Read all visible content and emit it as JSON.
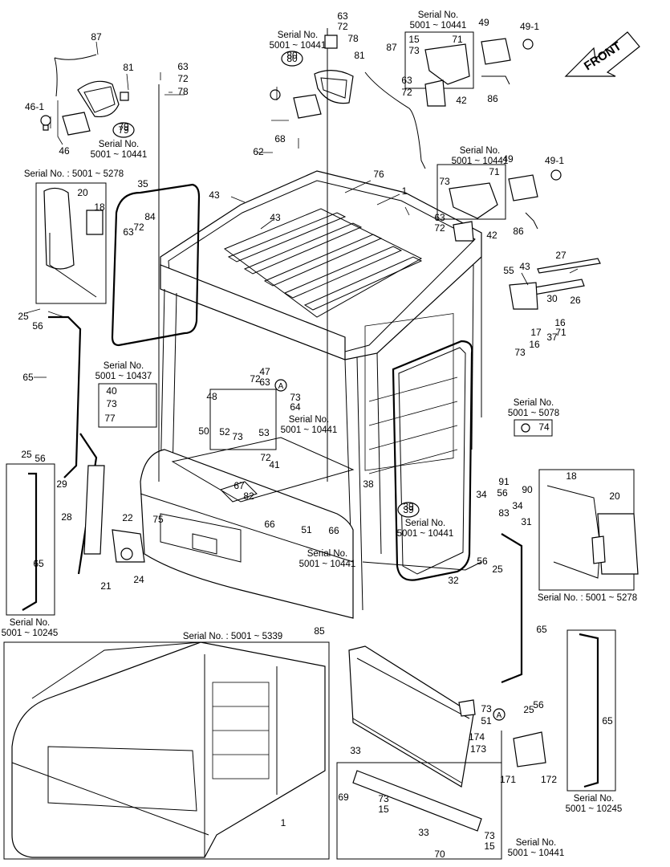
{
  "front_label": "FRONT",
  "serial_notes": [
    {
      "id": "s1",
      "lines": [
        "Serial No.",
        "5001 ~ 10441"
      ]
    },
    {
      "id": "s2",
      "lines": [
        "Serial No.",
        "5001 ~ 10441"
      ]
    },
    {
      "id": "s3",
      "lines": [
        "Serial No.",
        "5001 ~ 10441"
      ]
    },
    {
      "id": "s4",
      "lines": [
        "Serial No.",
        "5001 ~ 10441"
      ]
    },
    {
      "id": "s5",
      "lines": [
        "Serial No. : 5001 ~ 5278"
      ]
    },
    {
      "id": "s6",
      "lines": [
        "Serial No.",
        "5001 ~ 10437"
      ]
    },
    {
      "id": "s7",
      "lines": [
        "Serial No.",
        "5001 ~ 10441"
      ]
    },
    {
      "id": "s8",
      "lines": [
        "Serial No.",
        "5001 ~ 5078"
      ]
    },
    {
      "id": "s9",
      "lines": [
        "Serial No.",
        "5001 ~ 10441"
      ]
    },
    {
      "id": "s10",
      "lines": [
        "Serial No.",
        "5001 ~ 10441"
      ]
    },
    {
      "id": "s11",
      "lines": [
        "Serial No. : 5001 ~ 5278"
      ]
    },
    {
      "id": "s12",
      "lines": [
        "Serial No.",
        "5001 ~ 10245"
      ]
    },
    {
      "id": "s13",
      "lines": [
        "Serial No. : 5001 ~ 5339"
      ]
    },
    {
      "id": "s14",
      "lines": [
        "Serial No.",
        "5001 ~ 10245"
      ]
    },
    {
      "id": "s15",
      "lines": [
        "Serial No.",
        "5001 ~ 10441"
      ]
    }
  ],
  "callouts": [
    "87",
    "81",
    "63",
    "72",
    "78",
    "46-1",
    "46",
    "79",
    "80",
    "63",
    "72",
    "78",
    "81",
    "87",
    "15",
    "71",
    "73",
    "63",
    "72",
    "42",
    "49",
    "49-1",
    "86",
    "62",
    "68",
    "76",
    "1",
    "43",
    "43",
    "20",
    "18",
    "35",
    "84",
    "72",
    "63",
    "25",
    "56",
    "55",
    "43",
    "27",
    "26",
    "30",
    "17",
    "16",
    "71",
    "37",
    "73",
    "16",
    "47",
    "72",
    "63",
    "48",
    "73",
    "64",
    "40",
    "73",
    "77",
    "52",
    "73",
    "53",
    "50",
    "65",
    "25",
    "56",
    "65",
    "72",
    "41",
    "67",
    "82",
    "66",
    "51",
    "66",
    "38",
    "39",
    "34",
    "91",
    "56",
    "90",
    "83",
    "34",
    "31",
    "18",
    "20",
    "29",
    "28",
    "22",
    "75",
    "21",
    "24",
    "32",
    "85",
    "56",
    "25",
    "65",
    "73",
    "51",
    "174",
    "173",
    "171",
    "172",
    "33",
    "69",
    "73",
    "15",
    "33",
    "70",
    "73",
    "15",
    "65",
    "56",
    "25",
    "1",
    "49",
    "49-1",
    "71",
    "73",
    "63",
    "72",
    "42",
    "86",
    "74"
  ],
  "circled_callouts": [
    "79",
    "80",
    "39"
  ],
  "marker_labels": [
    "A",
    "A"
  ]
}
